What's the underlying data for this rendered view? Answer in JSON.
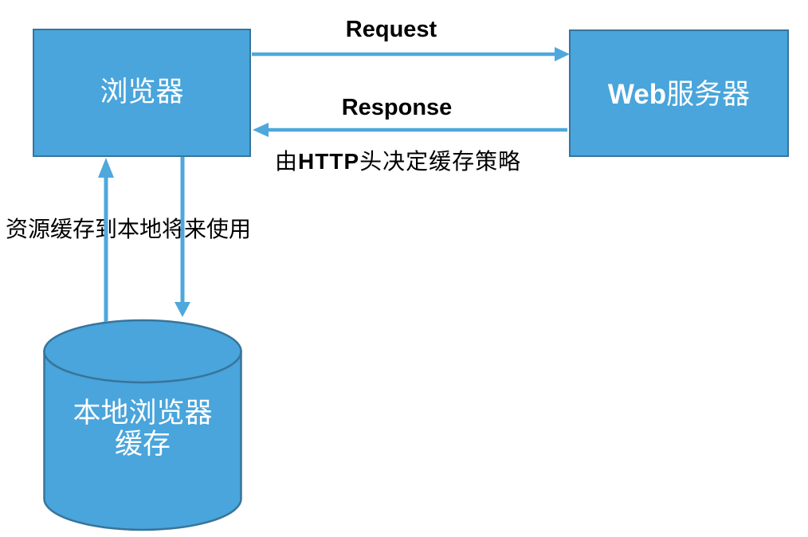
{
  "diagram": {
    "nodes": {
      "browser": {
        "label": "浏览器"
      },
      "server": {
        "label_en": "Web",
        "label_cjk": "服务器"
      },
      "cache": {
        "label_line1": "本地浏览器",
        "label_line2": "缓存"
      }
    },
    "arrows": {
      "request": {
        "label": "Request"
      },
      "response": {
        "label": "Response"
      }
    },
    "captions": {
      "http_policy_prefix": "由",
      "http_policy_en": "HTTP",
      "http_policy_suffix": "头决定缓存策略",
      "store_local": "资源缓存到本地将来使用"
    },
    "colors": {
      "shape_fill": "#49A5DB",
      "shape_border": "#38749B",
      "arrow": "#4FA8DC",
      "label_text": "#FFFFFF",
      "annotation_text": "#000000"
    }
  }
}
